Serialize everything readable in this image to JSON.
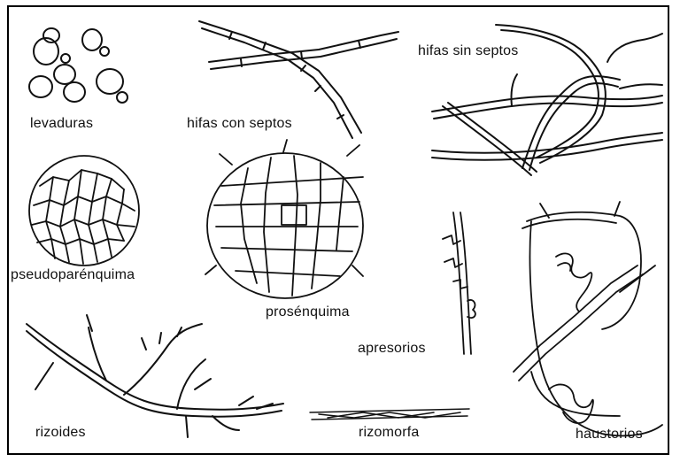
{
  "labels": {
    "levaduras": "levaduras",
    "hifas_con_septos": "hifas con septos",
    "hifas_sin_septos": "hifas sin septos",
    "pseudoparenquima": "pseudoparénquima",
    "prosenquima": "prosénquima",
    "apresorios": "apresorios",
    "haustorios": "haustorios",
    "rizoides": "rizoides",
    "rizomorfa": "rizomorfa"
  },
  "colors": {
    "ink": "#111111",
    "background": "#ffffff"
  }
}
